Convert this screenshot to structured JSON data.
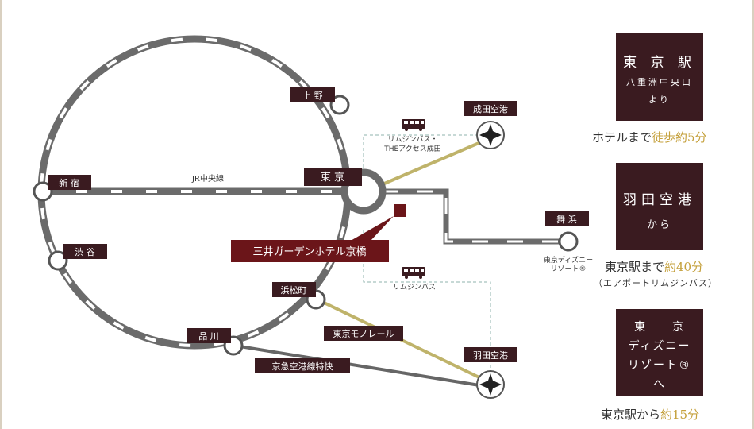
{
  "stations": {
    "tokyo": "東 京",
    "ueno": "上 野",
    "shinjuku": "新 宿",
    "shibuya": "渋 谷",
    "hamamatsucho": "浜松町",
    "shinagawa": "品 川",
    "maihama": "舞 浜",
    "narita": "成田空港",
    "haneda": "羽田空港"
  },
  "lines": {
    "chuo": "JR中央線",
    "monorail": "東京モノレール",
    "keikyu": "京急空港線特快",
    "limo_narita_1": "リムジンバス・",
    "limo_narita_2": "THEアクセス成田",
    "limo_haneda": "リムジンバス",
    "disney_1": "東京ディズニー",
    "disney_2": "リゾート®"
  },
  "hotel": "三井ガーデンホテル京橋",
  "panels": [
    {
      "line1": "東 京 駅",
      "line2": "八重洲中央口",
      "line3": "より",
      "caption_pre": "ホテルまで",
      "caption_accent": "徒歩約5分"
    },
    {
      "line1": "羽田空港",
      "line2": "から",
      "caption_pre": "東京駅まで",
      "caption_accent": "約40分",
      "note": "（エアポートリムジンバス）"
    },
    {
      "line1": "東　　京",
      "line2": "ディズニー",
      "line3": "リゾート®",
      "line4": "へ",
      "caption_pre": "東京駅から",
      "caption_accent": "約15分"
    }
  ],
  "colors": {
    "dark": "#3a1b20",
    "hotel_red": "#6b1519",
    "gold_line": "#bfb36a",
    "gray_line": "#666666"
  }
}
